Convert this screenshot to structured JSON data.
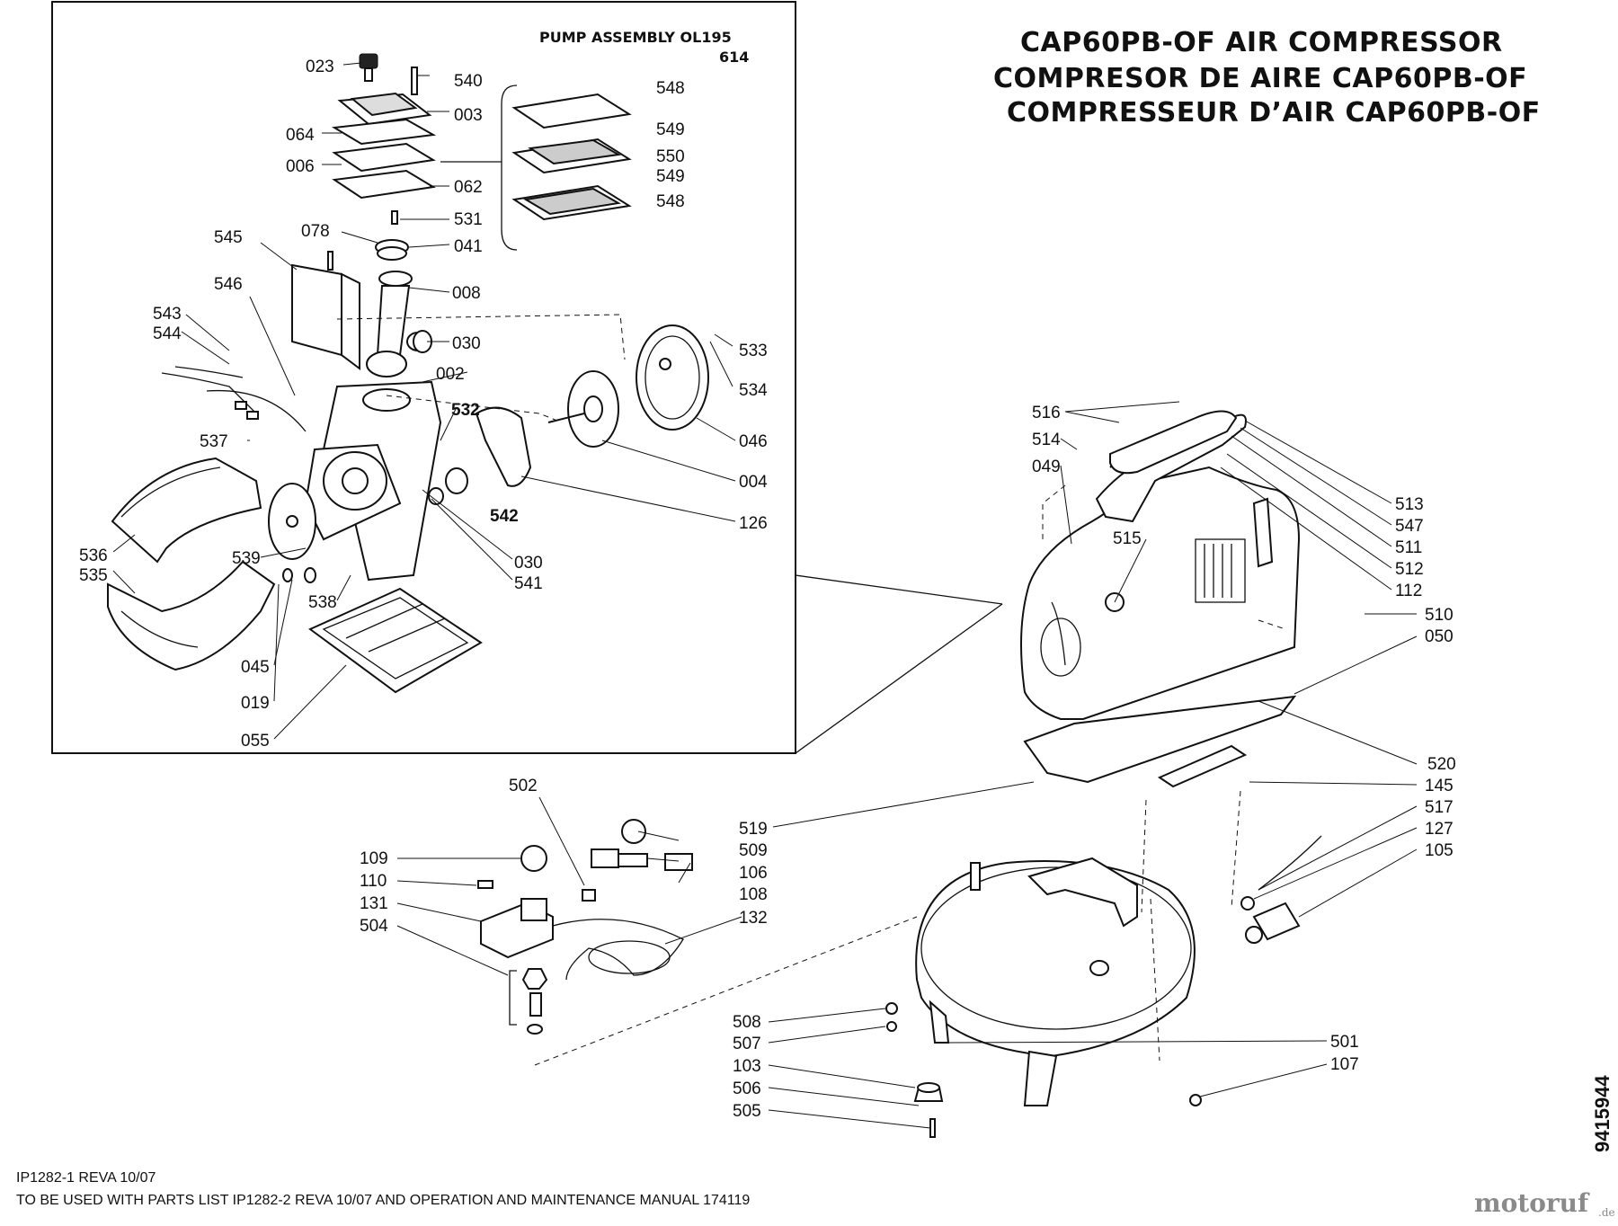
{
  "header": {
    "title_en": "CAP60PB-OF AIR COMPRESSOR",
    "title_es": "COMPRESOR DE AIRE CAP60PB-OF",
    "title_fr": "COMPRESSEUR D’AIR CAP60PB-OF"
  },
  "inset": {
    "title": "PUMP ASSEMBLY OL195",
    "number": "614"
  },
  "parts": {
    "p023": "023",
    "p540": "540",
    "p548a": "548",
    "p003": "003",
    "p064": "064",
    "p549a": "549",
    "p006": "006",
    "p550": "550",
    "p549b": "549",
    "p062": "062",
    "p548b": "548",
    "p531": "531",
    "p078": "078",
    "p041": "041",
    "p545": "545",
    "p008": "008",
    "p546": "546",
    "p543": "543",
    "p544": "544",
    "p030a": "030",
    "p533": "533",
    "p002": "002",
    "p534": "534",
    "p532": "532",
    "p537": "537",
    "p046": "046",
    "p004": "004",
    "p542": "542",
    "p126": "126",
    "p536": "536",
    "p535": "535",
    "p539": "539",
    "p030b": "030",
    "p541": "541",
    "p538": "538",
    "p045": "045",
    "p019": "019",
    "p055": "055",
    "p516": "516",
    "p514": "514",
    "p049": "049",
    "p515": "515",
    "p513": "513",
    "p547": "547",
    "p511": "511",
    "p512": "512",
    "p112": "112",
    "p510": "510",
    "p050": "050",
    "p520": "520",
    "p145": "145",
    "p517": "517",
    "p127": "127",
    "p105": "105",
    "p502": "502",
    "p519": "519",
    "p509": "509",
    "p106": "106",
    "p108": "108",
    "p132": "132",
    "p109": "109",
    "p110": "110",
    "p131": "131",
    "p504": "504",
    "p508": "508",
    "p507": "507",
    "p103": "103",
    "p506": "506",
    "p505": "505",
    "p501": "501",
    "p107": "107"
  },
  "footer": {
    "doc_id": "IP1282-1 REVA 10/07",
    "usage_note": "TO BE USED WITH PARTS LIST IP1282-2 REVA 10/07 AND OPERATION AND MAINTENANCE MANUAL 174119",
    "side_number": "9415944",
    "watermark": "motoruf",
    "watermark_suffix": ".de"
  }
}
